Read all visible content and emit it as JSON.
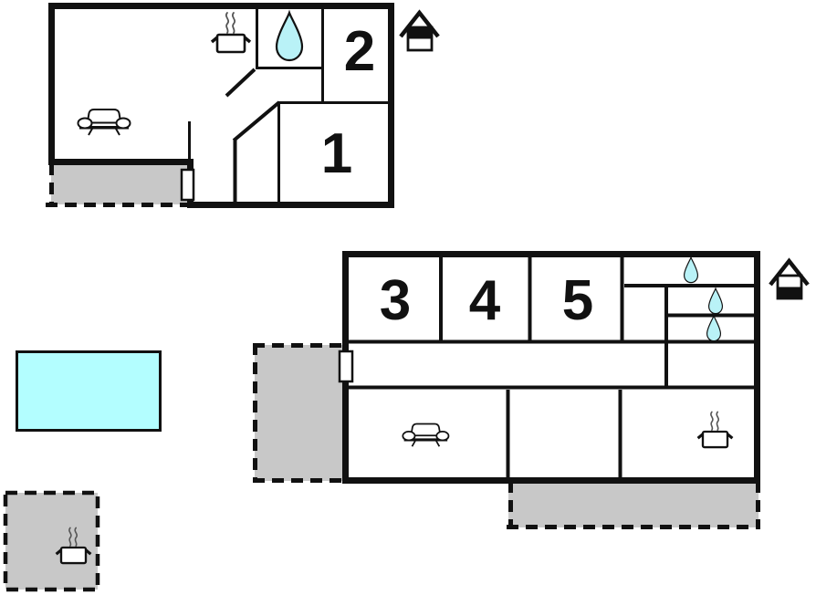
{
  "palette": {
    "wall": "#111111",
    "terrace_fill": "#c8c8c8",
    "pool_fill": "#b3feff",
    "drop_fill": "#b9f2f7",
    "steam": "#555555"
  },
  "upper_floor": {
    "rooms": {
      "room1": "1",
      "room2": "2"
    },
    "icons": [
      "stove-icon",
      "water-drop-icon",
      "sofa-icon",
      "door-marker",
      "house-upper-level-icon"
    ],
    "areas": [
      "terrace"
    ]
  },
  "ground_floor": {
    "rooms": {
      "room3": "3",
      "room4": "4",
      "room5": "5"
    },
    "icons": [
      "water-drop-icon",
      "water-drop-icon",
      "water-drop-icon",
      "sofa-icon",
      "stove-icon",
      "door-marker",
      "house-ground-level-icon"
    ],
    "areas": [
      "side-patio",
      "bottom-terrace"
    ]
  },
  "outdoor": {
    "areas": [
      "swimming-pool",
      "bbq-terrace"
    ],
    "icons": [
      "stove-icon"
    ]
  }
}
